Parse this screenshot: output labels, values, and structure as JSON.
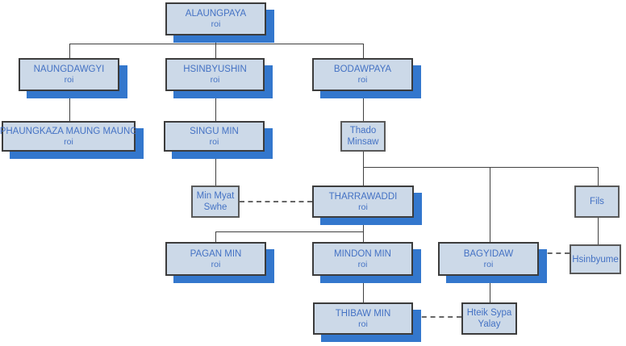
{
  "colors": {
    "box_fill": "#ccd9e8",
    "box_border_dark": "#3c3c3c",
    "box_border_gray": "#595959",
    "shadow_blue": "#3377cd",
    "text_blue": "#4472c4",
    "line": "#404040",
    "dashed_line": "#666666"
  },
  "nodes": [
    {
      "line1": "ALAUNGPAYA",
      "line2": "roi"
    },
    {
      "line1": "NAUNGDAWGYI",
      "line2": "roi"
    },
    {
      "line1": "HSINBYUSHIN",
      "line2": "roi"
    },
    {
      "line1": "BODAWPAYA",
      "line2": "roi"
    },
    {
      "line1": "PHAUNGKAZA MAUNG MAUNG",
      "line2": "roi"
    },
    {
      "line1": "SINGU MIN",
      "line2": "roi"
    },
    {
      "line1": "Thado",
      "line2": "Minsaw"
    },
    {
      "line1": "Min Myat",
      "line2": "Swhe"
    },
    {
      "line1": "THARRAWADDI",
      "line2": "roi"
    },
    {
      "line1": "Fils",
      "line2": ""
    },
    {
      "line1": "PAGAN MIN",
      "line2": "roi"
    },
    {
      "line1": "MINDON MIN",
      "line2": "roi"
    },
    {
      "line1": "BAGYIDAW",
      "line2": "roi"
    },
    {
      "line1": "Hsinbyume",
      "line2": ""
    },
    {
      "line1": "THIBAW MIN",
      "line2": "roi"
    },
    {
      "line1": "Hteik Sypa",
      "line2": "Yalay"
    }
  ]
}
